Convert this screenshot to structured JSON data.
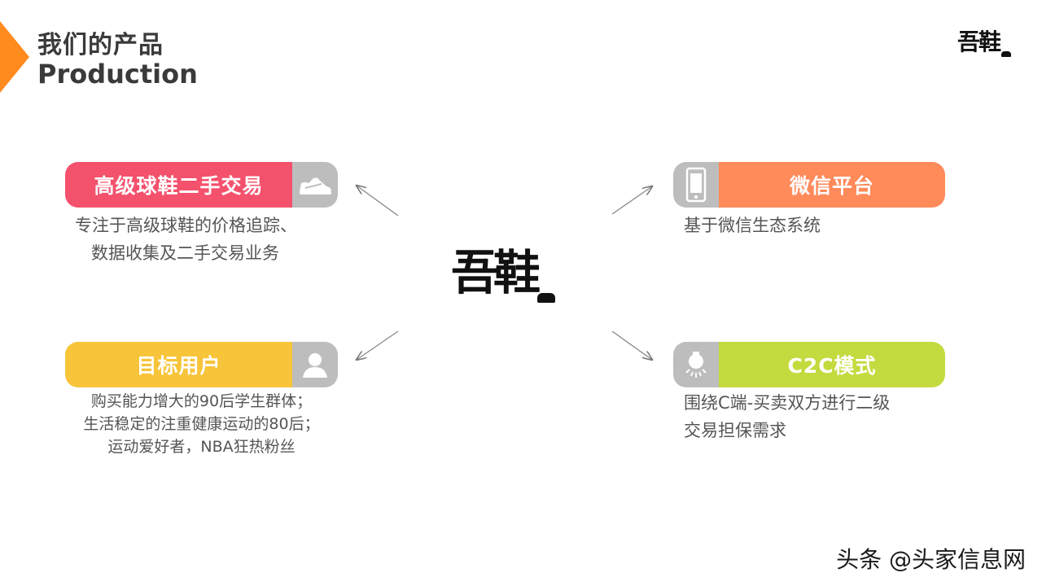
{
  "header": {
    "title_cn": "我们的产品",
    "title_en": "Production",
    "logo_text": "吾鞋"
  },
  "center_logo": "吾鞋",
  "colors": {
    "accent_orange": "#ff8a1e",
    "pink": "#f4516c",
    "orange": "#ff8a5a",
    "yellow": "#f7c43a",
    "lime": "#c5da3e",
    "icon_gray": "#bdbdbd"
  },
  "cards": {
    "trading": {
      "label": "高级球鞋二手交易",
      "icon": "sneaker-icon",
      "desc_lines": [
        "专注于高级球鞋的价格追踪、",
        "数据收集及二手交易业务"
      ]
    },
    "wechat": {
      "label": "微信平台",
      "icon": "phone-icon",
      "desc_lines": [
        "基于微信生态系统"
      ]
    },
    "users": {
      "label": "目标用户",
      "icon": "user-icon",
      "desc_lines": [
        "购买能力增大的90后学生群体；",
        "生活稳定的注重健康运动的80后；",
        "运动爱好者，NBA狂热粉丝"
      ]
    },
    "c2c": {
      "label": "C2C模式",
      "icon": "lightbulb-icon",
      "desc_lines": [
        "围绕C端-买卖双方进行二级",
        "交易担保需求"
      ]
    }
  },
  "watermark": "头条 @头家信息网"
}
